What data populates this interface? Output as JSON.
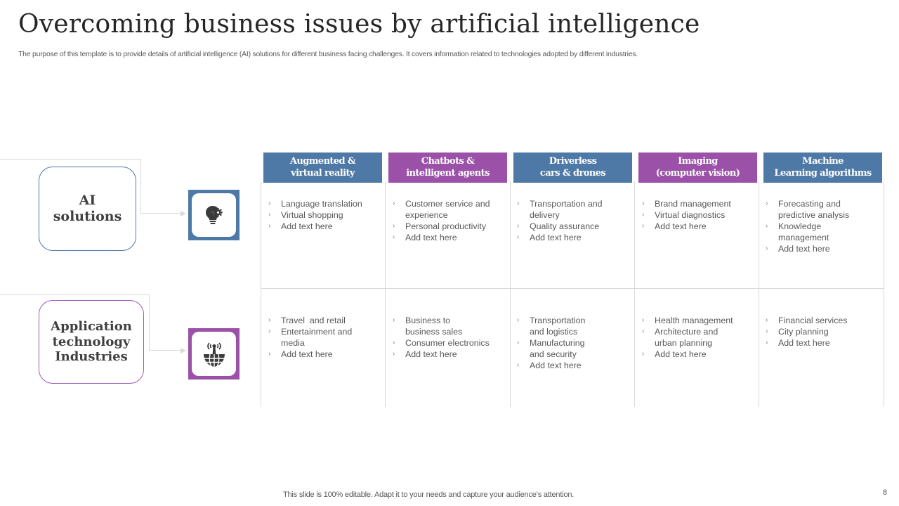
{
  "slide": {
    "title": "Overcoming business issues by artificial intelligence",
    "subtitle": "The purpose of this template is to provide details of artificial intelligence (AI) solutions for different business facing challenges. It covers information related to technologies adopted by different industries.",
    "footer": "This slide is 100% editable. Adapt it to your needs and capture your audience’s attention.",
    "page_number": "8"
  },
  "colors": {
    "blue": "#4e79a7",
    "purple": "#9b51a8",
    "grid_line": "#d9d9d9",
    "text": "#595959"
  },
  "rows": [
    {
      "label": "AI solutions",
      "label_lines": [
        "AI",
        "solutions"
      ],
      "icon": "lightbulb-gear-icon",
      "color": "#4e79a7"
    },
    {
      "label": "Application technology Industries",
      "label_lines": [
        "Application",
        "technology",
        "Industries"
      ],
      "icon": "antenna-globe-icon",
      "color": "#9b51a8"
    }
  ],
  "columns": [
    {
      "header_lines": [
        "Augmented &",
        "virtual reality"
      ],
      "color": "blue",
      "ai_solutions": [
        "Language translation",
        "Virtual shopping",
        "Add text here"
      ],
      "industries": [
        "Travel  and retail",
        "Entertainment and media",
        "Add text here"
      ]
    },
    {
      "header_lines": [
        "Chatbots &",
        "intelligent agents"
      ],
      "color": "purple",
      "ai_solutions": [
        "Customer service and experience",
        "Personal productivity",
        "Add text here"
      ],
      "industries": [
        "Business to business sales",
        "Consumer electronics",
        "Add text here"
      ]
    },
    {
      "header_lines": [
        "Driverless",
        "cars & drones"
      ],
      "color": "blue",
      "ai_solutions": [
        "Transportation and delivery",
        "Quality assurance",
        "Add text here"
      ],
      "industries": [
        "Transportation and logistics",
        "Manufacturing and security",
        "Add text here"
      ]
    },
    {
      "header_lines": [
        "Imaging",
        "(computer vision)"
      ],
      "color": "purple",
      "ai_solutions": [
        "Brand management",
        "Virtual diagnostics",
        "Add text here"
      ],
      "industries": [
        "Health management",
        "Architecture and urban planning",
        "Add text here"
      ]
    },
    {
      "header_lines": [
        "Machine",
        "Learning algorithms"
      ],
      "color": "blue",
      "ai_solutions": [
        "Forecasting and predictive analysis",
        "Knowledge management",
        "Add text here"
      ],
      "industries": [
        "Financial services",
        "City planning",
        "Add text here"
      ]
    }
  ],
  "bullet_glyph": "›"
}
